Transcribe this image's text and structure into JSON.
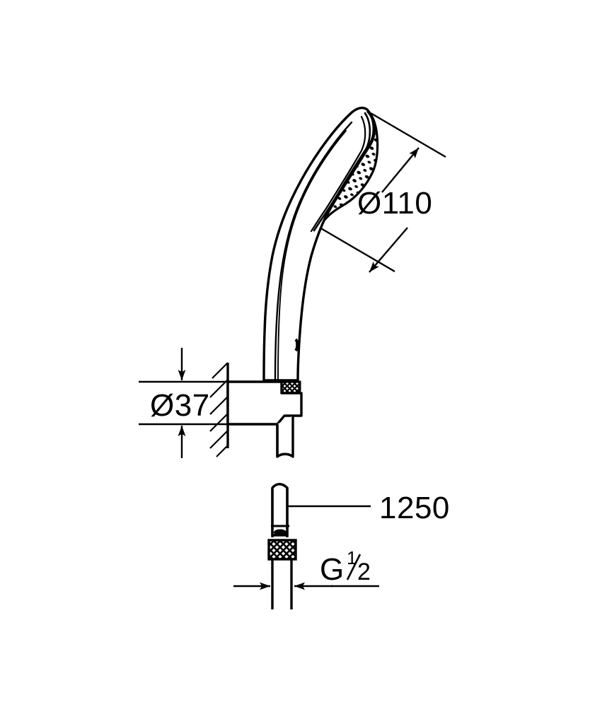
{
  "drawing": {
    "title": "Hand shower with wall holder and shower hose - dimensioned technical drawing",
    "background_color": "#ffffff",
    "line_color": "#000000",
    "units": "mm",
    "dimensions": {
      "spray_face_diameter": {
        "label": "Ø110",
        "value": 110,
        "symbol": "Ø",
        "number": "110",
        "description": "Spray face diameter of hand shower",
        "orientation": "diagonal"
      },
      "wall_holder_offset": {
        "label": "Ø37",
        "value": 37,
        "symbol": "Ø",
        "number": "37",
        "description": "Wall holder body diameter / projection height",
        "orientation": "vertical"
      },
      "hose_length": {
        "label": "1250",
        "value": 1250,
        "description": "Shower hose length",
        "orientation": "leader"
      },
      "thread_size": {
        "label": "G 1/2",
        "letter": "G",
        "numerator": "1",
        "denominator": "2",
        "description": "Hose connection thread size",
        "orientation": "horizontal"
      }
    },
    "components": {
      "hand_shower": "hand-shower-body",
      "spray_face": "spray-face-nozzle-pattern",
      "handle": "shower-handle",
      "knurled_collar": "knurled-collar-ring",
      "wall": "hatched-wall-section",
      "wall_holder": "wall-holder-bracket",
      "hose_stub": "hose-stub",
      "hose_detail": "hose-connector-detail",
      "hose_nut": "knurled-hose-nut",
      "hose_slot": "hose-oval-slot",
      "break_symbol": "hose-break-symbol"
    }
  }
}
